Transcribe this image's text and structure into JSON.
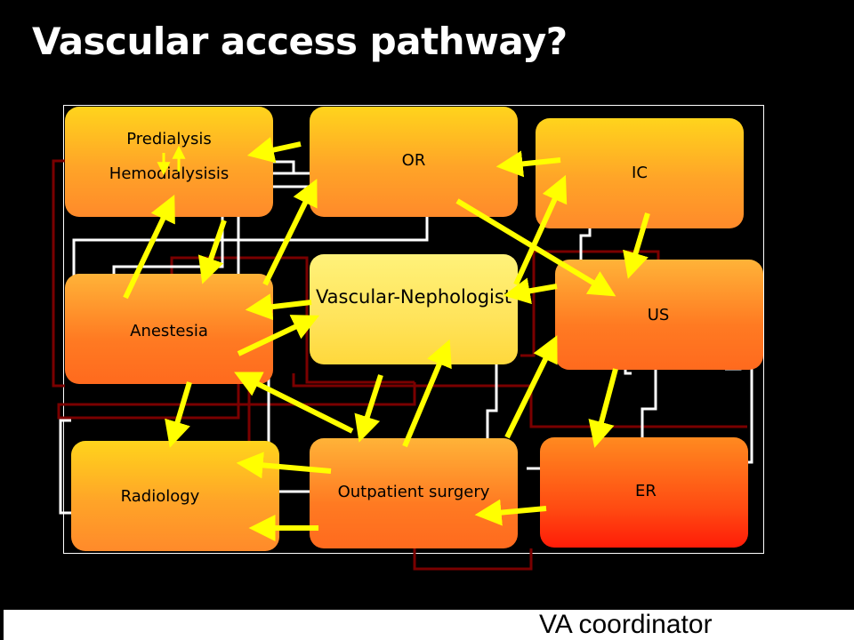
{
  "title": "Vascular access pathway?",
  "nodes": {
    "predialysis": "Predialysis",
    "hemodialysis": "Hemodialysisis",
    "or": "OR",
    "ic": "IC",
    "anestesia": "Anestesia",
    "vascular": "Vascular-Nephologist",
    "us": "US",
    "radiology": "Radiology",
    "outpatient": "Outpatient surgery",
    "er": "ER"
  },
  "footer": "VA coordinator",
  "colors": {
    "arrow": "#ffff00",
    "connector_white": "#ffffff",
    "connector_dark": "#7a0000",
    "background": "#000000"
  }
}
